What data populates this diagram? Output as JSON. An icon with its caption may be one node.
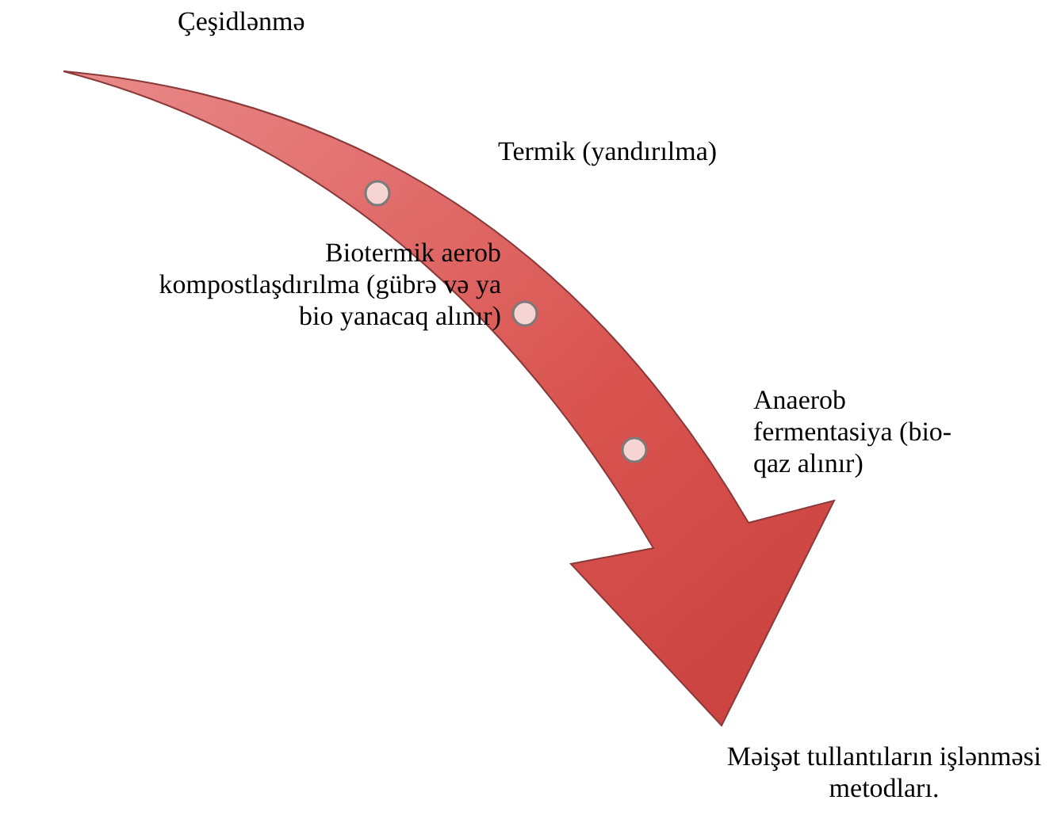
{
  "diagram": {
    "nodes": [
      {
        "text": [],
        "shape": "circle"
      },
      {
        "text": [],
        "shape": "circle"
      },
      {
        "text": [],
        "shape": "circle"
      }
    ],
    "labels": [
      "Çeşidlənmə",
      "Termik (yandırılma)",
      "Biotermik aerob kompostlaşdırılma (gübrə və ya bio yanacaq alınır)",
      "Anaerob fermentasiya (bio-qaz alınır)",
      "Məişət tullantıların işlənməsi metodları."
    ]
  }
}
